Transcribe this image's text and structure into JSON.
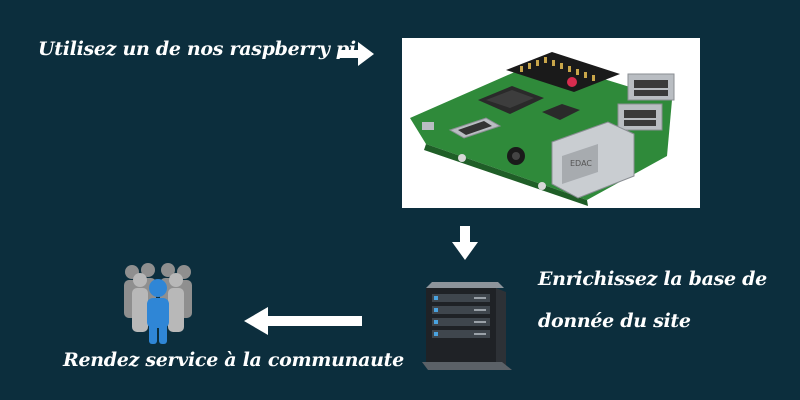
{
  "steps": {
    "step1": "Utilisez un de nos raspberry pi",
    "step2_line1": "Enrichissez la base de",
    "step2_line2": "donnée du site",
    "step3": "Rendez service à la communaute"
  },
  "board": {
    "chip_label": "EDAC"
  },
  "colors": {
    "background": "#0c2e3d",
    "text": "#ffffff",
    "board_green": "#2f8a3a",
    "person_accent": "#2f86d6"
  },
  "icons": {
    "arrow_right": "arrow-right-icon",
    "arrow_down": "arrow-down-icon",
    "arrow_left": "arrow-left-icon",
    "server": "server-icon",
    "people": "people-icon"
  }
}
